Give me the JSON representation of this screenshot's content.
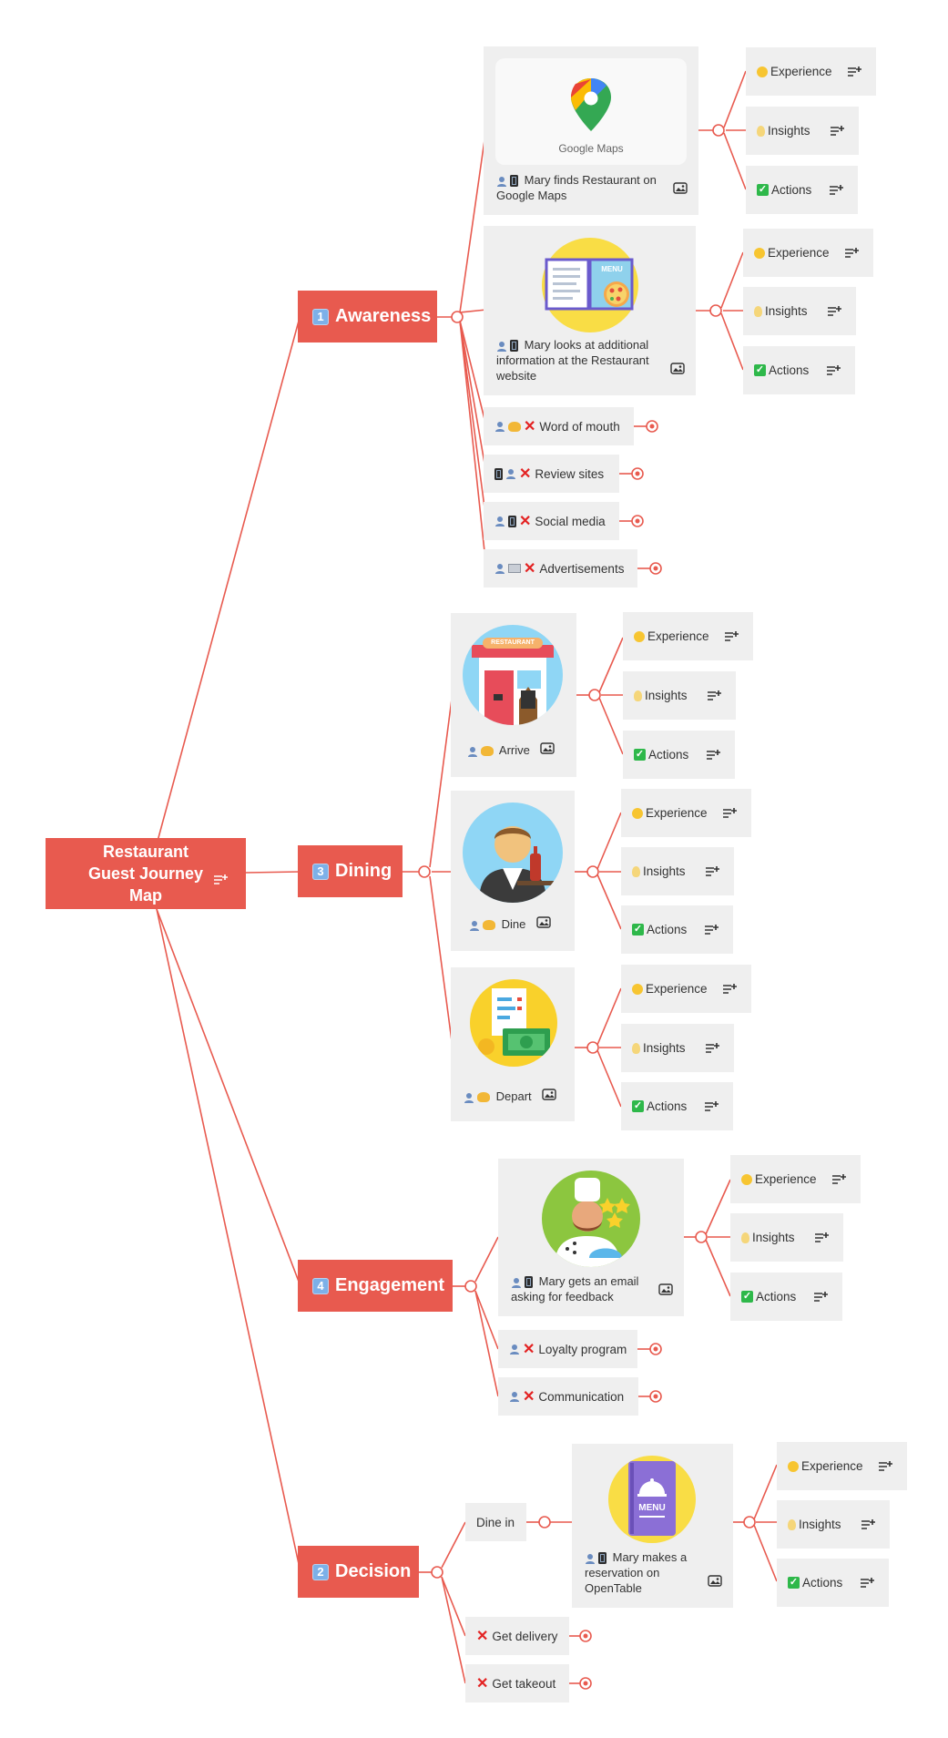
{
  "root": {
    "label": "Restaurant Guest Journey Map"
  },
  "stages": {
    "awareness": {
      "number": "1",
      "label": "Awareness"
    },
    "dining": {
      "number": "3",
      "label": "Dining"
    },
    "engagement": {
      "number": "4",
      "label": "Engagement"
    },
    "decision": {
      "number": "2",
      "label": "Decision"
    }
  },
  "cards": {
    "google_maps": {
      "text": "Mary finds Restaurant on Google Maps",
      "image_caption": "Google Maps"
    },
    "restaurant_website": {
      "text": "Mary looks at additional information at the Restaurant website",
      "image_caption": "MENU"
    },
    "arrive": {
      "text": "Arrive",
      "image_caption": "RESTAURANT"
    },
    "dine": {
      "text": "Dine"
    },
    "depart": {
      "text": "Depart"
    },
    "feedback_email": {
      "text": "Mary gets an email asking for feedback"
    },
    "opentable": {
      "text": "Mary makes a reservation on OpenTable",
      "image_caption": "MENU"
    }
  },
  "subtopics": {
    "experience": "Experience",
    "insights": "Insights",
    "actions": "Actions"
  },
  "leaves": {
    "word_of_mouth": "Word of mouth",
    "review_sites": "Review sites",
    "social_media": "Social media",
    "advertisements": "Advertisements",
    "loyalty_program": "Loyalty program",
    "communication": "Communication",
    "dine_in": "Dine in",
    "get_delivery": "Get delivery",
    "get_takeout": "Get takeout"
  },
  "colors": {
    "accent": "#e85a4f",
    "node_bg": "#efefef",
    "text": "#333333"
  }
}
